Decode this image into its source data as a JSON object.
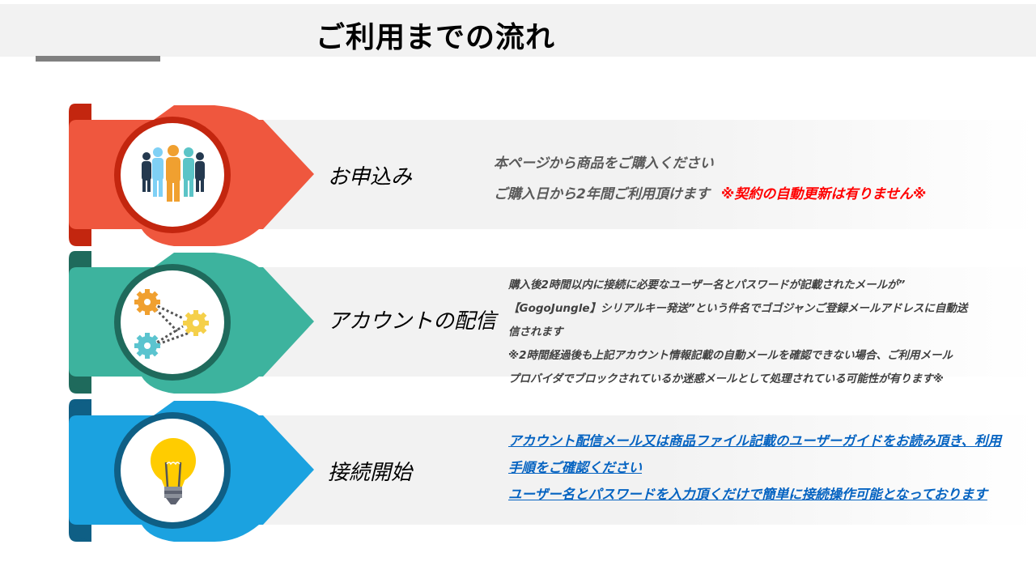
{
  "header": {
    "title": "ご利用までの流れ"
  },
  "steps": [
    {
      "label": "お申込み",
      "icon": "people-group-icon",
      "color": "#ef573e",
      "dark_color": "#c3260f",
      "lines": [
        {
          "text": "本ページから商品をご購入ください"
        },
        {
          "text": "ご購入日から2年間ご利用頂けます",
          "note": "※契約の自動更新は有りません※",
          "note_color": "#ff0000"
        }
      ]
    },
    {
      "label": "アカウントの配信",
      "icon": "gears-network-icon",
      "color": "#3db39e",
      "dark_color": "#1f6a5c",
      "lines": [
        {
          "text": "購入後2時間以内に接続に必要なユーザー名とパスワードが記載されたメールが”"
        },
        {
          "text": "【GogoJungle】シリアルキー発送”という件名でゴゴジャンご登録メールアドレスに自動送"
        },
        {
          "text": "信されます"
        },
        {
          "text": "※2時間経過後も上記アカウント情報記載の自動メールを確認できない場合、ご利用メール"
        },
        {
          "text": "プロバイダでブロックされているか迷惑メールとして処理されている可能性が有ります※"
        }
      ]
    },
    {
      "label": "接続開始",
      "icon": "lightbulb-icon",
      "color": "#1ba2e0",
      "dark_color": "#0f5f85",
      "link_color": "#0563c1",
      "lines": [
        {
          "text": "アカウント配信メール又は商品ファイル記載のユーザーガイドをお読み頂き、利用"
        },
        {
          "text": "手順をご確認ください"
        },
        {
          "text": "ユーザー名とパスワードを入力頂くだけで簡単に接続操作可能となっております"
        }
      ]
    }
  ]
}
